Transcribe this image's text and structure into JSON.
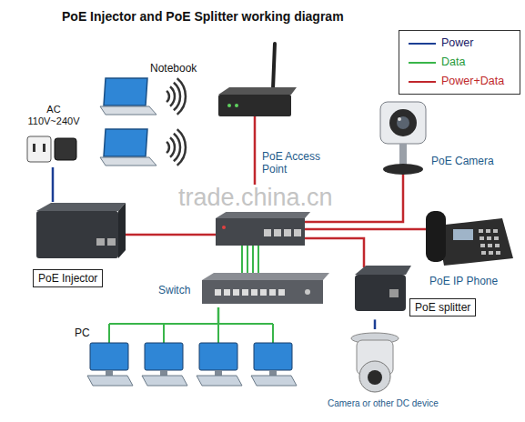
{
  "diagram": {
    "title": "PoE Injector and PoE Splitter working diagram",
    "nodes": [
      {
        "text": [
          "Notebook"
        ]
      },
      {
        "text": [
          "AC 110V~240V"
        ]
      },
      {
        "text": [
          "PoE Access Point"
        ]
      },
      {
        "text": [
          "PoE Camera"
        ]
      },
      {
        "text": [
          "PoE Injector"
        ]
      },
      {
        "text": [
          "PoE IP Phone"
        ]
      },
      {
        "text": [
          "Switch"
        ]
      },
      {
        "text": [
          "PoE splitter"
        ]
      },
      {
        "text": [
          "PC"
        ]
      },
      {
        "text": [
          "Camera or other DC device"
        ]
      }
    ],
    "edges": [
      {
        "from": 1,
        "to": 4,
        "arrow": "none"
      },
      {
        "from": 6,
        "to": 8,
        "arrow": "none"
      },
      {
        "from": 7,
        "to": 9,
        "arrow": "none"
      }
    ],
    "labels": [
      "trade.china.cn"
    ],
    "legend": [
      {
        "text": "Power"
      },
      {
        "text": "Data"
      },
      {
        "text": "Power+Data"
      }
    ]
  }
}
